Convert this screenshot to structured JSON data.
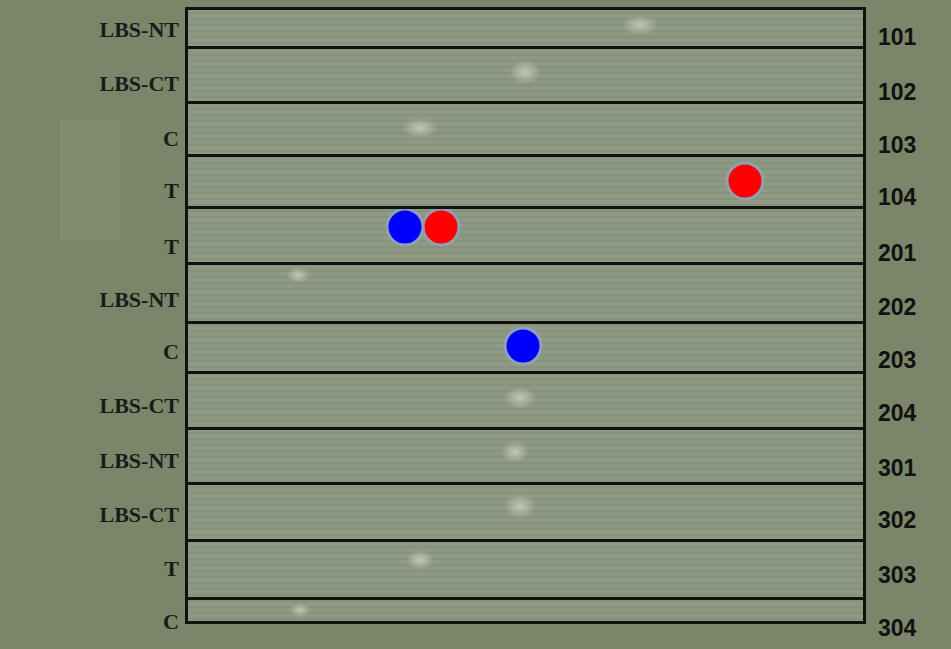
{
  "diagram": {
    "nodes": [
      {
        "text": [
          "LBS-NT",
          "101"
        ]
      },
      {
        "text": [
          "LBS-CT",
          "102"
        ]
      },
      {
        "text": [
          "C",
          "103"
        ]
      },
      {
        "text": [
          "T",
          "104"
        ]
      },
      {
        "text": [
          "T",
          "201"
        ]
      },
      {
        "text": [
          "LBS-NT",
          "202"
        ]
      },
      {
        "text": [
          "C",
          "203"
        ]
      },
      {
        "text": [
          "LBS-CT",
          "204"
        ]
      },
      {
        "text": [
          "LBS-NT",
          "301"
        ]
      },
      {
        "text": [
          "LBS-CT",
          "302"
        ]
      },
      {
        "text": [
          "T",
          "303"
        ]
      },
      {
        "text": [
          "C",
          "304"
        ]
      }
    ]
  }
}
